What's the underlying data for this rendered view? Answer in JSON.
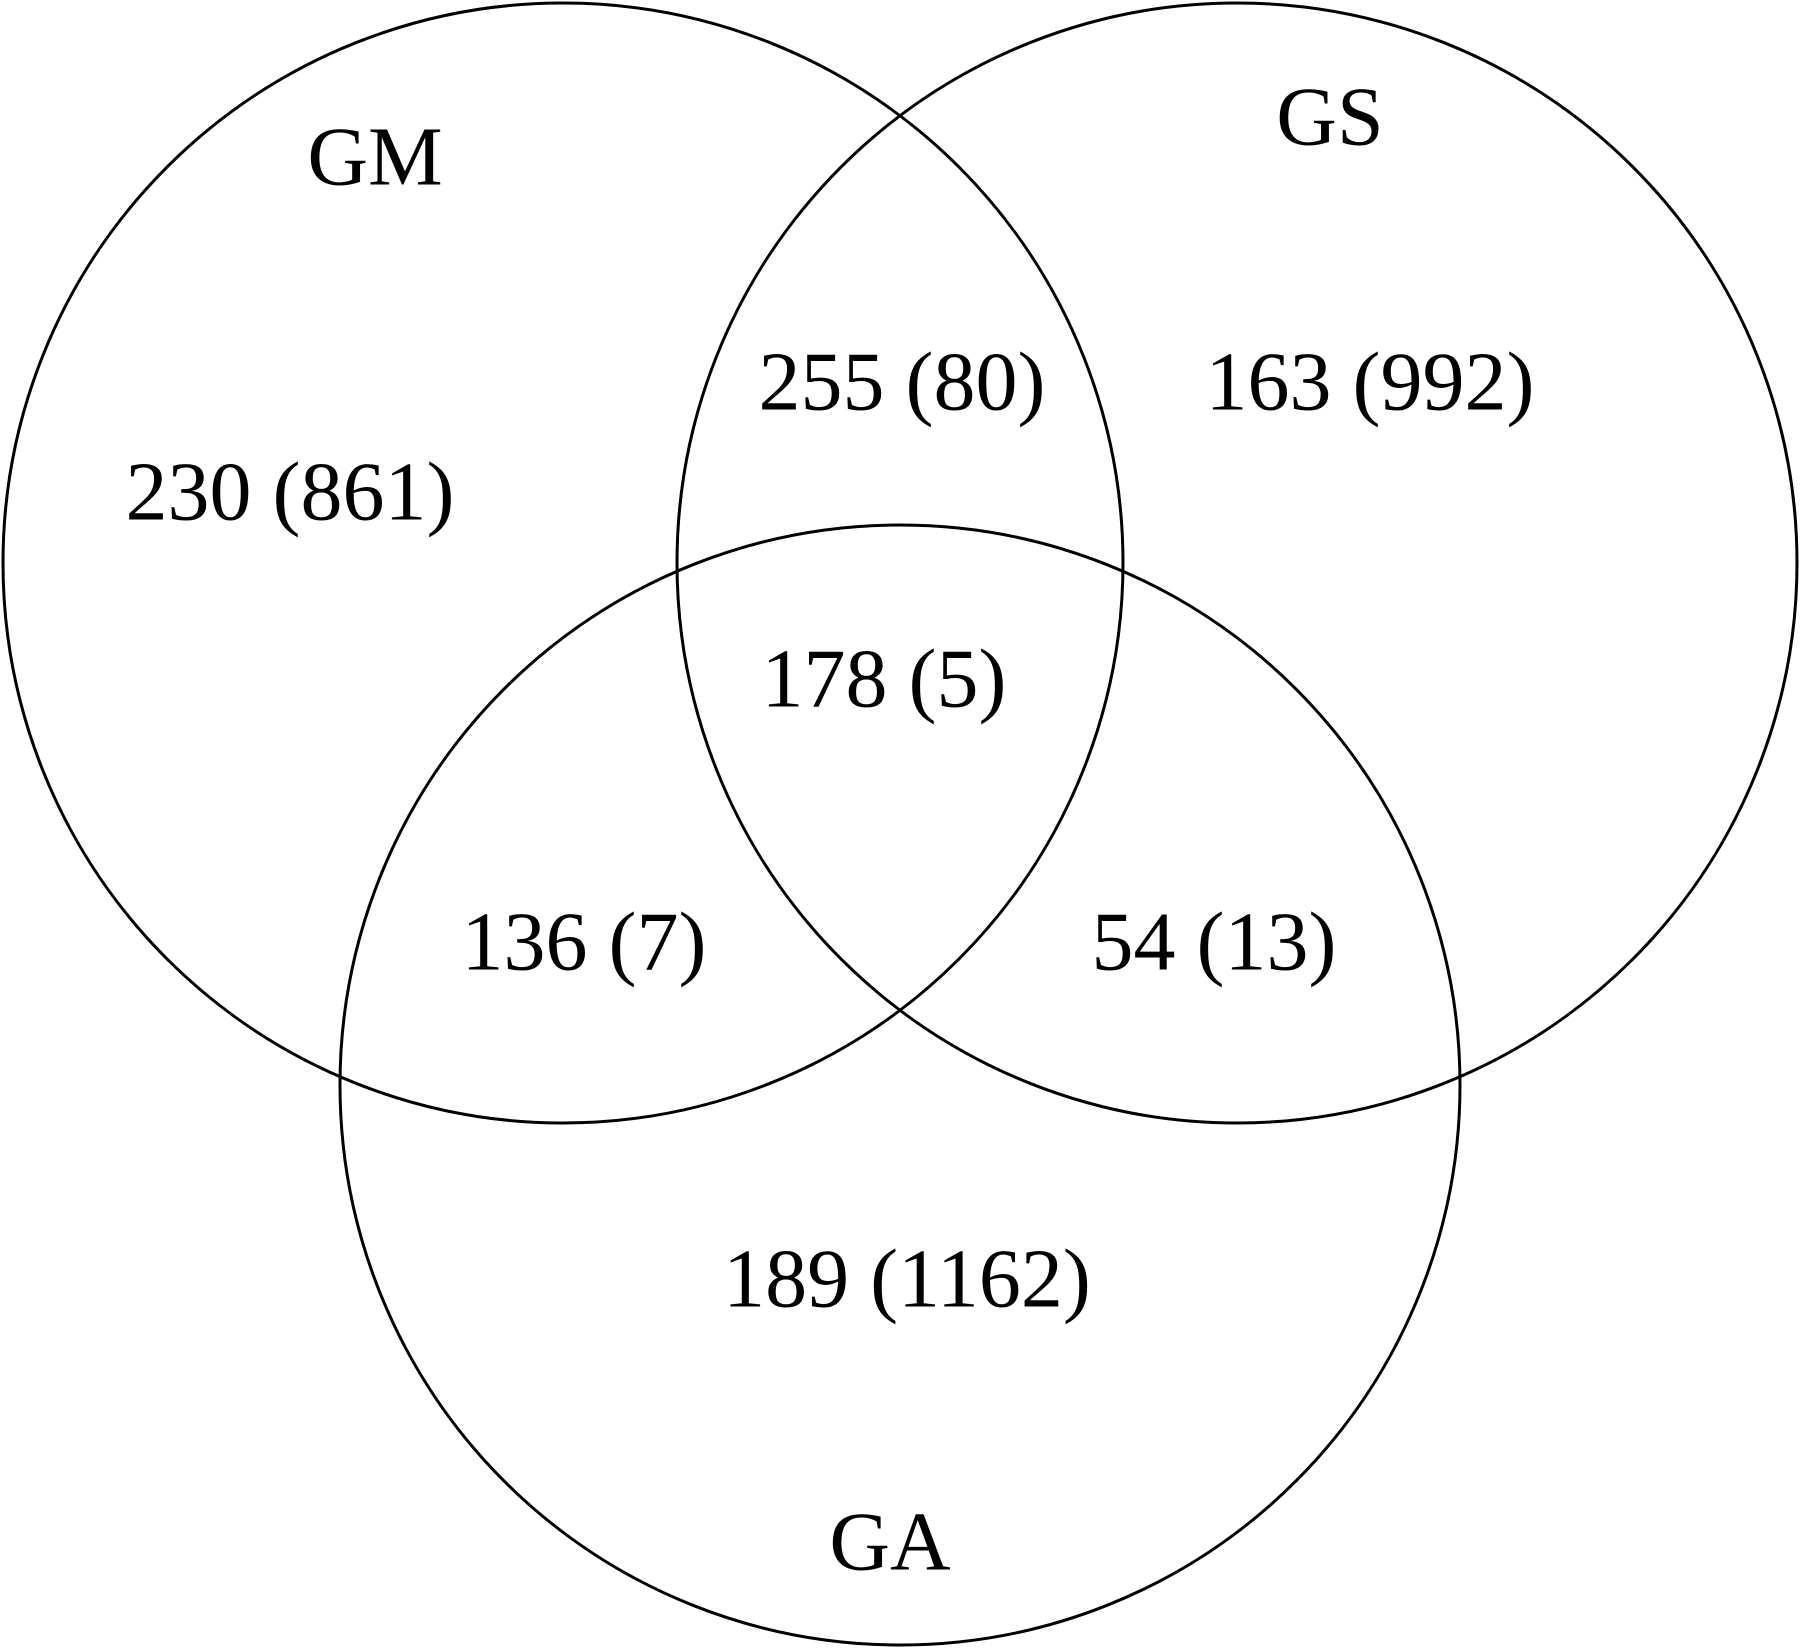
{
  "sets": [
    {
      "id": "gm",
      "label": "GM"
    },
    {
      "id": "gs",
      "label": "GS"
    },
    {
      "id": "ga",
      "label": "GA"
    }
  ],
  "regions": {
    "gm_only": "230 (861)",
    "gs_only": "163 (992)",
    "ga_only": "189 (1162)",
    "gm_gs": "255 (80)",
    "gm_ga": "136 (7)",
    "gs_ga": "54 (13)",
    "gm_gs_ga": "178 (5)"
  },
  "colors": {
    "stroke": "#000000",
    "background": "#ffffff"
  }
}
